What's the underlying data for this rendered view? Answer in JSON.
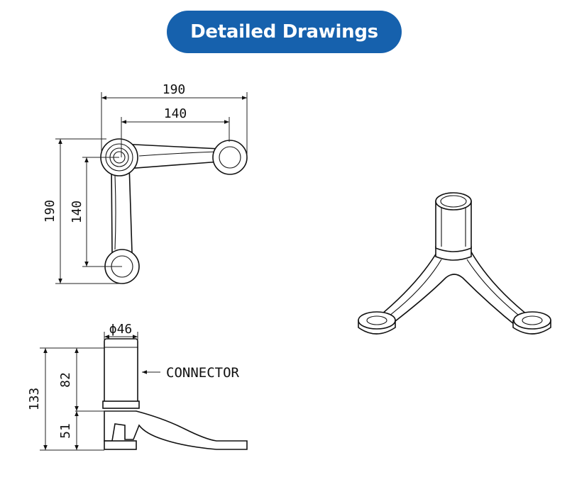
{
  "header": {
    "title": "Detailed Drawings"
  },
  "colors": {
    "accent": "#1661ad",
    "line": "#111111"
  },
  "top_view": {
    "overall_width": "190",
    "hole_spacing_x": "140",
    "overall_height": "190",
    "hole_spacing_y": "140"
  },
  "side_view": {
    "connector_diameter": "ϕ46",
    "total_height": "133",
    "connector_height": "82",
    "base_height": "51",
    "connector_label": "CONNECTOR"
  }
}
